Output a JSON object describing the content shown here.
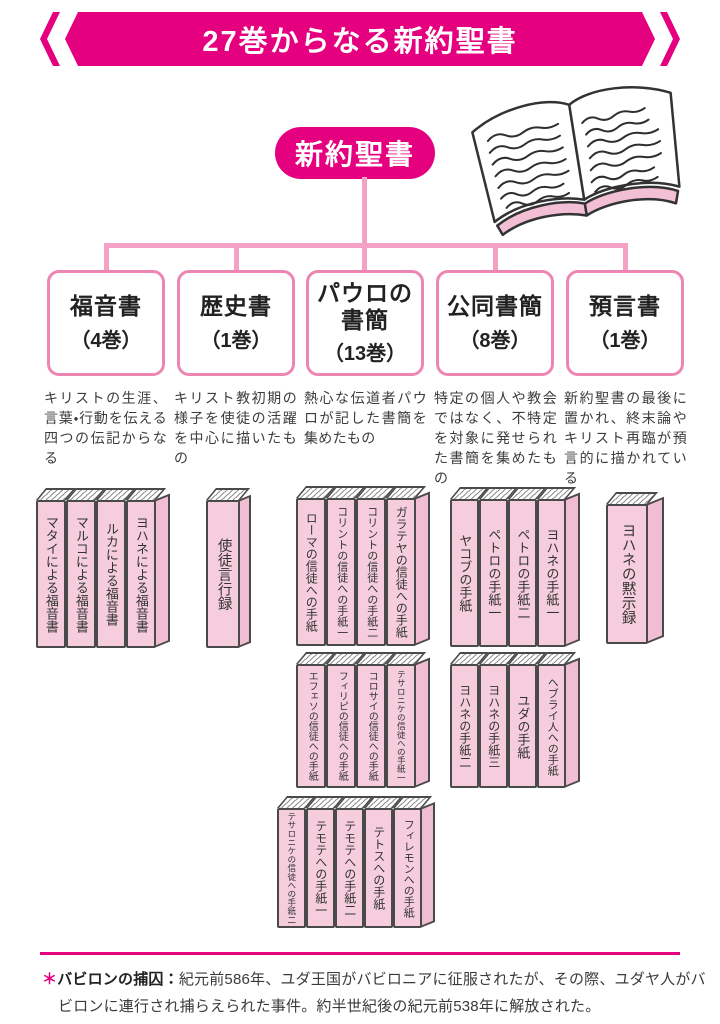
{
  "banner": {
    "title": "27巻からなる新約聖書"
  },
  "root_node": {
    "label": "新約聖書"
  },
  "illustration": {
    "name": "開かれた聖書のイラスト"
  },
  "categories": [
    {
      "name": "福音書",
      "count": "（4巻）",
      "description": "キリストの生涯、言葉・行動を伝える四つの伝記からなる"
    },
    {
      "name": "歴史書",
      "count": "（1巻）",
      "description": "キリスト教初期の様子を使徒の活躍を中心に描いたもの"
    },
    {
      "name": "パウロの書簡",
      "count": "（13巻）",
      "description": "熱心な伝道者パウロが記した書簡を集めたもの"
    },
    {
      "name": "公同書簡",
      "count": "（8巻）",
      "description": "特定の個人や教会ではなく、不特定を対象に発せられた書簡を集めたもの"
    },
    {
      "name": "預言書",
      "count": "（1巻）",
      "description": "新約聖書の最後に置かれ、終末論やキリスト再臨が預言的に描かれている"
    }
  ],
  "shelves": {
    "gospels": [
      "マタイによる福音書",
      "マルコによる福音書",
      "ルカによる福音書",
      "ヨハネによる福音書"
    ],
    "history": [
      "使徒言行録"
    ],
    "pauline_row1": [
      "ローマの信徒への手紙",
      "コリントの信徒への手紙一",
      "コリントの信徒への手紙二",
      "ガラテヤの信徒への手紙"
    ],
    "pauline_row2": [
      "エフェソの信徒への手紙",
      "フィリピの信徒への手紙",
      "コロサイの信徒への手紙",
      "テサロニケの信徒への手紙一"
    ],
    "pauline_row3": [
      "テサロニケの信徒への手紙二",
      "テモテへの手紙一",
      "テモテへの手紙二",
      "テトスへの手紙",
      "フィレモンへの手紙"
    ],
    "catholic_row1": [
      "ヤコブの手紙",
      "ペトロの手紙一",
      "ペトロの手紙二",
      "ヨハネの手紙一"
    ],
    "catholic_row2": [
      "ヨハネの手紙二",
      "ヨハネの手紙三",
      "ユダの手紙",
      "ヘブライ人への手紙"
    ],
    "prophecy": [
      "ヨハネの黙示録"
    ]
  },
  "footnote": {
    "marker": "＊",
    "term": "バビロンの捕囚",
    "separator": "：",
    "text": "紀元前586年、ユダ王国がバビロニアに征服されたが、その際、ユダヤ人がバビロンに連行され捕らえられた事件。約半世紀後の紀元前538年に解放された。"
  },
  "colors": {
    "accent_magenta": "#e4007f",
    "connector_pink": "#f3a2c5",
    "box_border_pink": "#ee86b4",
    "book_spine_pink": "#f6cddd",
    "book_side_pink": "#f1bdd3",
    "outline_gray": "#4a4a4a",
    "text_dark": "#333333"
  }
}
